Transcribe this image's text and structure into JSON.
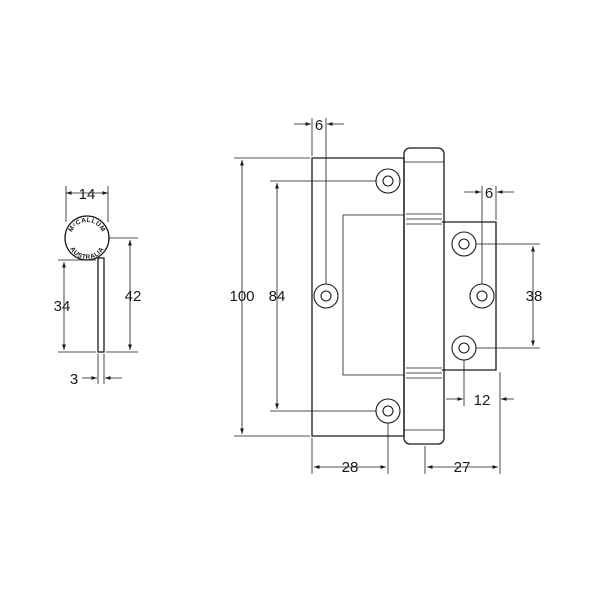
{
  "drawing": {
    "stroke_color": "#1a1a1a",
    "background": "#ffffff",
    "side_view": {
      "brand_top": "MᶜCALLUM",
      "brand_bottom": "AUSTRALIA",
      "dims": {
        "width_top": "14",
        "height_inner": "34",
        "height_outer": "42",
        "thickness": "3"
      }
    },
    "front_view": {
      "dims": {
        "overall_height": "100",
        "hole_span_left": "84",
        "hole_offset_left": "6",
        "hole_offset_right": "6",
        "leaf_width_left": "28",
        "leaf_width_right": "27",
        "hole_span_right": "38",
        "hole_inset_right": "12"
      }
    }
  }
}
